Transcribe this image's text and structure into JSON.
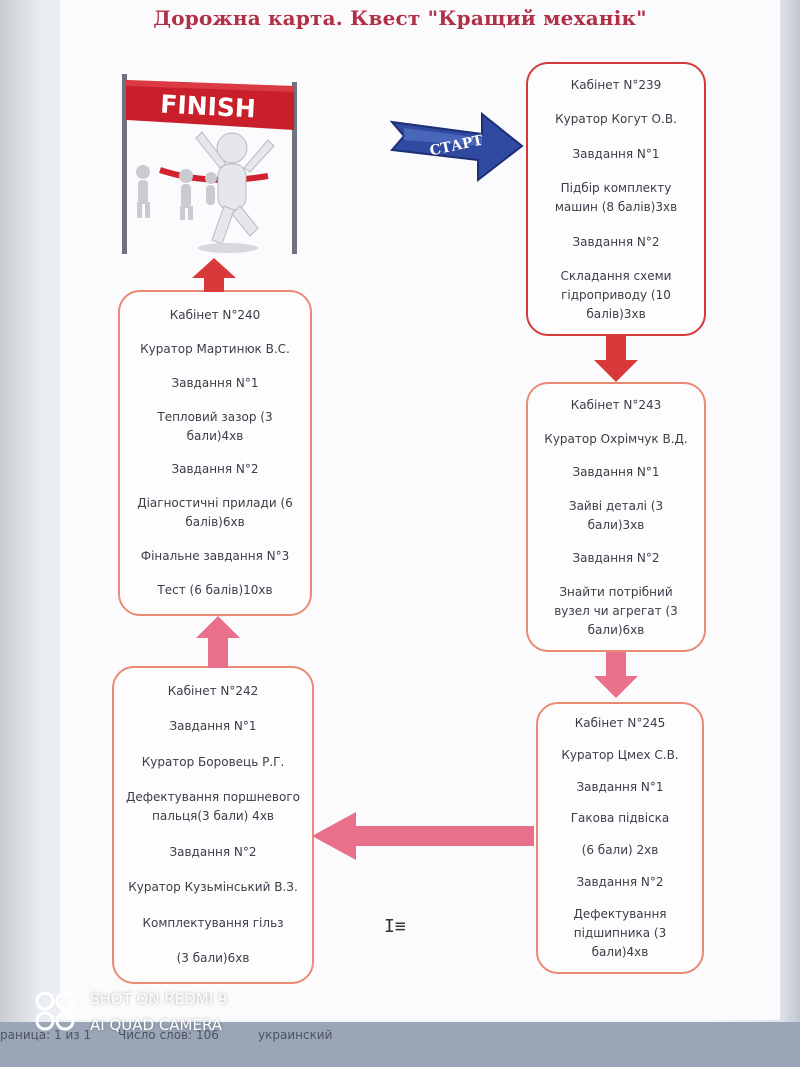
{
  "title": "Дорожна карта. Квест \"Кращий механік\"",
  "finish_label": "FINISH",
  "start_label": "СТАРТ",
  "boxes": {
    "b239": [
      "Кабінет N°239",
      "Куратор Когут О.В.",
      "Завдання  N°1",
      "Підбір комплекту машин (8 балів)3хв",
      "Завдання  N°2",
      "Складання схеми гідроприводу (10 балів)3хв"
    ],
    "b243": [
      "Кабінет N°243",
      "Куратор Охрімчук В.Д.",
      "Завдання  N°1",
      "Зайві деталі (3 бали)3хв",
      "Завдання  N°2",
      "Знайти потрібний вузел чи агрегат (3 бали)6хв"
    ],
    "b245": [
      "Кабінет N°245",
      "Куратор Цмех С.В.",
      "Завдання  N°1",
      "Гакова  підвіска",
      "(6 бали) 2хв",
      "Завдання  N°2",
      "Дефектування підшипника (3 бали)4хв"
    ],
    "b242": [
      "Кабінет N°242",
      "Завдання  N°1",
      "Куратор Боровець Р.Г.",
      "Дефектування поршневого пальця(3 бали) 4хв",
      "Завдання  N°2",
      "Куратор Кузьмінський В.З.",
      "Комплектування гільз",
      "(3 бали)6хв"
    ],
    "b240": [
      "Кабінет N°240",
      "Куратор Мартинюк В.С.",
      "Завдання  N°1",
      "Тепловий зазор (3 бали)4хв",
      "Завдання  N°2",
      "Діагностичні прилади (6 балів)6хв",
      "Фінальне завдання N°3",
      "Тест  (6 балів)10хв"
    ]
  },
  "colors": {
    "title": "#b03048",
    "arrow_red": "#d83a3a",
    "arrow_pink": "#e8708a",
    "box_border": "#ea8a72",
    "start_arrow": "#2f4aa0"
  },
  "statusbar": {
    "page": "раница: 1 из 1",
    "words": "Число слов: 106",
    "lang": "украинский"
  },
  "watermark": {
    "line1": "SHOT ON REDMI 9",
    "line2": "AI QUAD CAMERA"
  }
}
